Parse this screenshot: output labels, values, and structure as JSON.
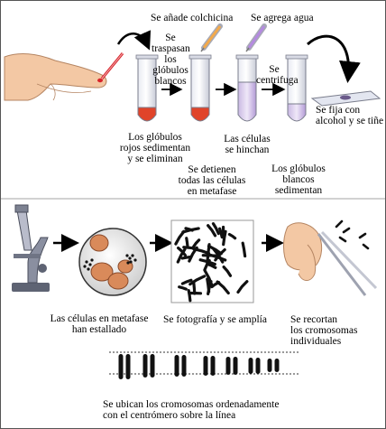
{
  "labels": {
    "add_colchicine": "Se añade colchicina",
    "add_water": "Se agrega agua",
    "transfer_wbc": "Se\ntraspasan\nlos\nglóbulos\nblancos",
    "centrifuge": "Se\ncentrifuga",
    "fix_stain": "Se fija con\nalcohol y se tiñe",
    "rbc_sediment": "Los glóbulos\nrojos sedimentan\ny se eliminan",
    "cells_swell": "Las células\nse hinchan",
    "metaphase_stop": "Se detienen\ntodas las células\nen metafase",
    "wbc_sediment": "Los glóbulos\nblancos\nsedimentan",
    "cells_burst": "Las células en metafase\nhan estallado",
    "photograph": "Se fotografía y se amplía",
    "cut_out": "Se recortan\nlos cromosomas\nindividuales",
    "arrange": "Se ubican los cromosomas ordenadamente\ncon el centrómero sobre la línea"
  },
  "colors": {
    "red_sediment": "#e0442a",
    "wbc_band": "#9a7fc0",
    "cell_fill": "#d98a5a",
    "skin": "#f3c8a4",
    "arrow": "#000000"
  }
}
